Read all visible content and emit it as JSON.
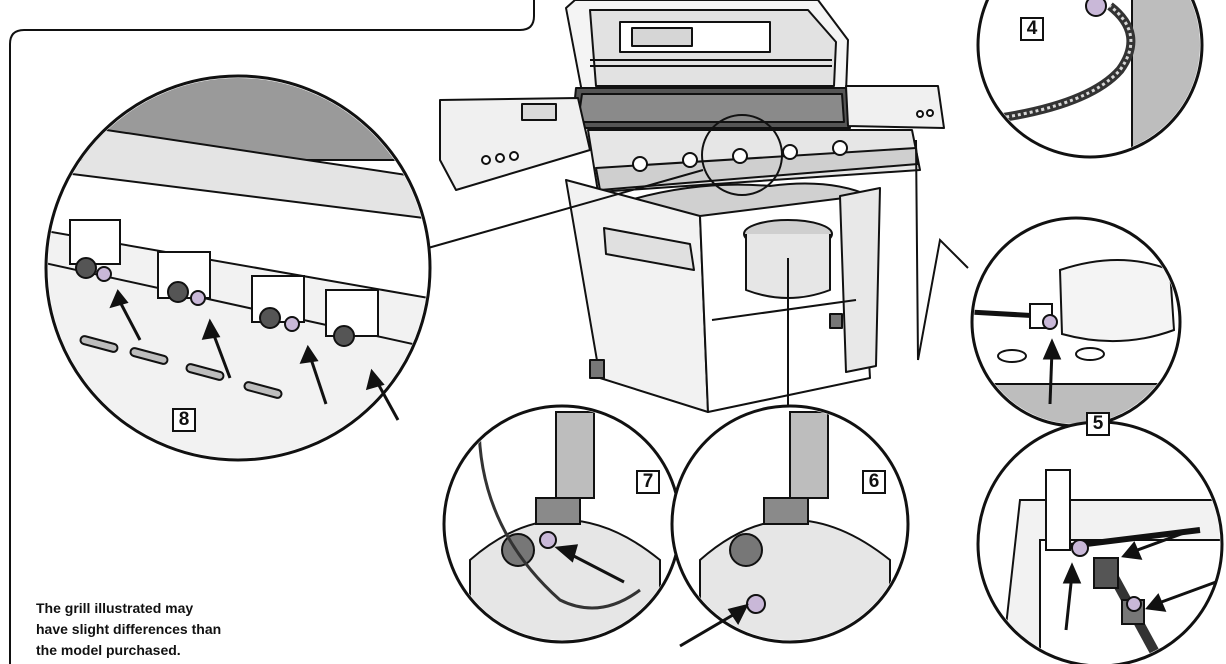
{
  "callouts": {
    "four": "4",
    "five": "5",
    "six": "6",
    "seven": "7",
    "eight": "8"
  },
  "note": {
    "line1": "The grill illustrated may",
    "line2": "have slight differences than",
    "line3": "the model purchased."
  },
  "colors": {
    "ink": "#111111",
    "paper": "#ffffff",
    "shade": "#bdbdbd",
    "leak_highlight": "#c9b8d8"
  }
}
